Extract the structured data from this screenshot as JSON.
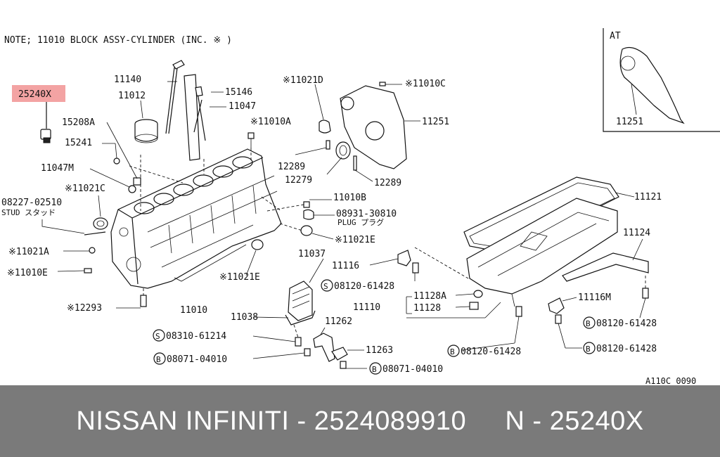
{
  "note": "NOTE;  11010    BLOCK ASSY-CYLINDER (INC. ※ )",
  "inset": {
    "label": "AT",
    "part": "11251"
  },
  "highlight": "25240X",
  "figure_code": "A110C 0090",
  "footer": {
    "brand": "NISSAN INFINITI",
    "separator": "-",
    "oem_number": "2524089910",
    "short_code": "N - 25240X"
  },
  "parts": {
    "p11140": "11140",
    "p11012": "11012",
    "p15146": "15146",
    "p11047": "11047",
    "p15208A": "15208A",
    "p15241": "15241",
    "p11047M": "11047M",
    "p11021C": "※11021C",
    "p08227": "08227-02510",
    "stud": "STUD スタッド",
    "p11021A": "※11021A",
    "p11010E": "※11010E",
    "p12293": "※12293",
    "p11010": "11010",
    "p11021E_low": "※11021E",
    "p11021D": "※11021D",
    "p11010C": "※11010C",
    "p11010A": "※11010A",
    "p11251": "11251",
    "p12289a": "12289",
    "p12279": "12279",
    "p12289b": "12289",
    "p11010B": "11010B",
    "p08931": "08931-30810",
    "plug": "PLUG プラグ",
    "p11021E": "※11021E",
    "p11121": "11121",
    "p11124": "11124",
    "p11037": "11037",
    "p11116": "11116",
    "s08120a": "08120-61428",
    "p11128A": "11128A",
    "p11110": "11110",
    "p11128": "11128",
    "p11116M": "11116M",
    "b08120a": "08120-61428",
    "p11038": "11038",
    "p11262": "11262",
    "s08310": "08310-61214",
    "p11263": "11263",
    "b08071a": "08071-04010",
    "b08071b": "08071-04010",
    "b08120b": "08120-61428",
    "b08120c": "08120-61428"
  },
  "prefix": {
    "s": "S",
    "b": "B"
  }
}
